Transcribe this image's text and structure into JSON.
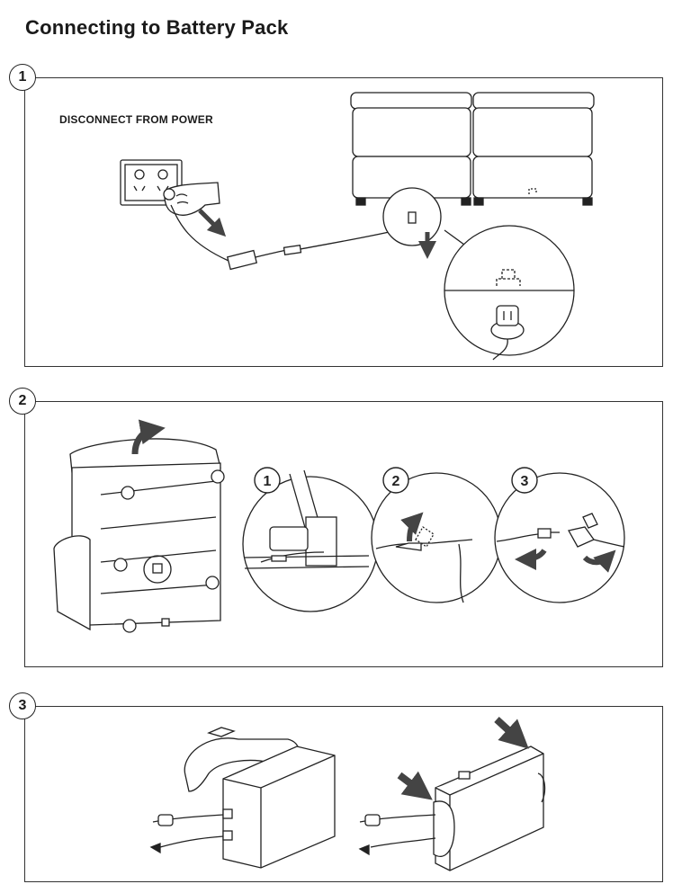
{
  "page": {
    "title": "Connecting to Battery Pack"
  },
  "steps": [
    {
      "number": "1",
      "instruction": "DISCONNECT FROM POWER"
    },
    {
      "number": "2",
      "sub_steps": [
        "1",
        "2",
        "3"
      ]
    },
    {
      "number": "3"
    }
  ],
  "illustrations": {
    "step1": [
      "wall-outlet",
      "hand-unplugging",
      "power-adapter",
      "sofa-back-view",
      "cable-connection-detail"
    ],
    "step2": [
      "sofa-backrest-lifted",
      "connector-detail",
      "lift-clip",
      "separate-connectors"
    ],
    "step3": [
      "battery-pack-with-strap",
      "battery-pack-strapped"
    ]
  }
}
